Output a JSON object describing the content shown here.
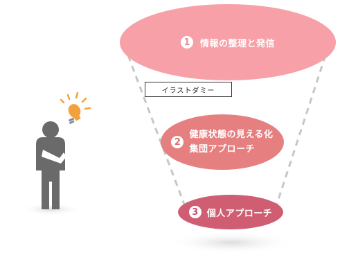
{
  "colors": {
    "step1": "#f7a0a7",
    "step2": "#e57f80",
    "step3": "#d05e73",
    "dash": "#c7c7c7",
    "person": "#6a6a6a",
    "bulb": "#f2a23c"
  },
  "icons": [
    "person-thinking-icon",
    "lightbulb-icon"
  ],
  "steps": [
    {
      "number": "1",
      "label": "情報の整理と発信"
    },
    {
      "number": "2",
      "label_line1": "健康状態の見える化",
      "label_line2": "集団アプローチ"
    },
    {
      "number": "3",
      "label": "個人アプローチ"
    }
  ],
  "dummy_label": "イラストダミー"
}
